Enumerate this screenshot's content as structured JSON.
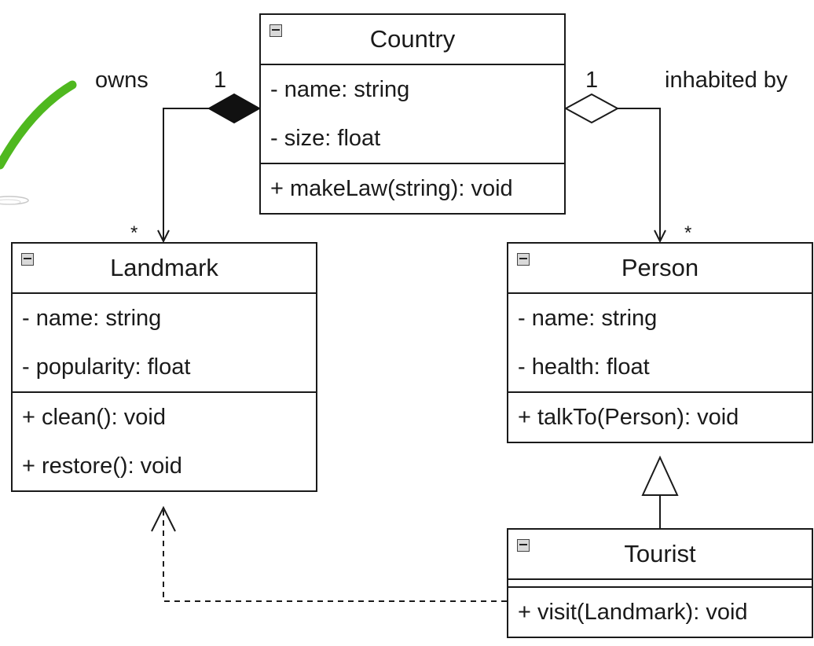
{
  "classes": {
    "country": {
      "name": "Country",
      "attributes": [
        "- name: string",
        "- size: float"
      ],
      "operations": [
        "+ makeLaw(string): void"
      ]
    },
    "landmark": {
      "name": "Landmark",
      "attributes": [
        "- name: string",
        "- popularity: float"
      ],
      "operations": [
        "+ clean(): void",
        "+ restore(): void"
      ]
    },
    "person": {
      "name": "Person",
      "attributes": [
        "- name: string",
        "- health: float"
      ],
      "operations": [
        "+ talkTo(Person): void"
      ]
    },
    "tourist": {
      "name": "Tourist",
      "attributes": [],
      "operations": [
        "+ visit(Landmark): void"
      ]
    }
  },
  "relations": {
    "owns": {
      "type": "composition",
      "label": "owns",
      "source_multiplicity": "1",
      "target_multiplicity": "*"
    },
    "inhabited_by": {
      "type": "aggregation",
      "label": "inhabited by",
      "source_multiplicity": "1",
      "target_multiplicity": "*"
    },
    "tourist_is_person": {
      "type": "generalization"
    },
    "tourist_uses_landmark": {
      "type": "dependency"
    }
  },
  "colors": {
    "line": "#1a1a1a",
    "background": "#ffffff",
    "check_mark": "#4fb81f",
    "icon_fill": "#d9d9d9"
  }
}
